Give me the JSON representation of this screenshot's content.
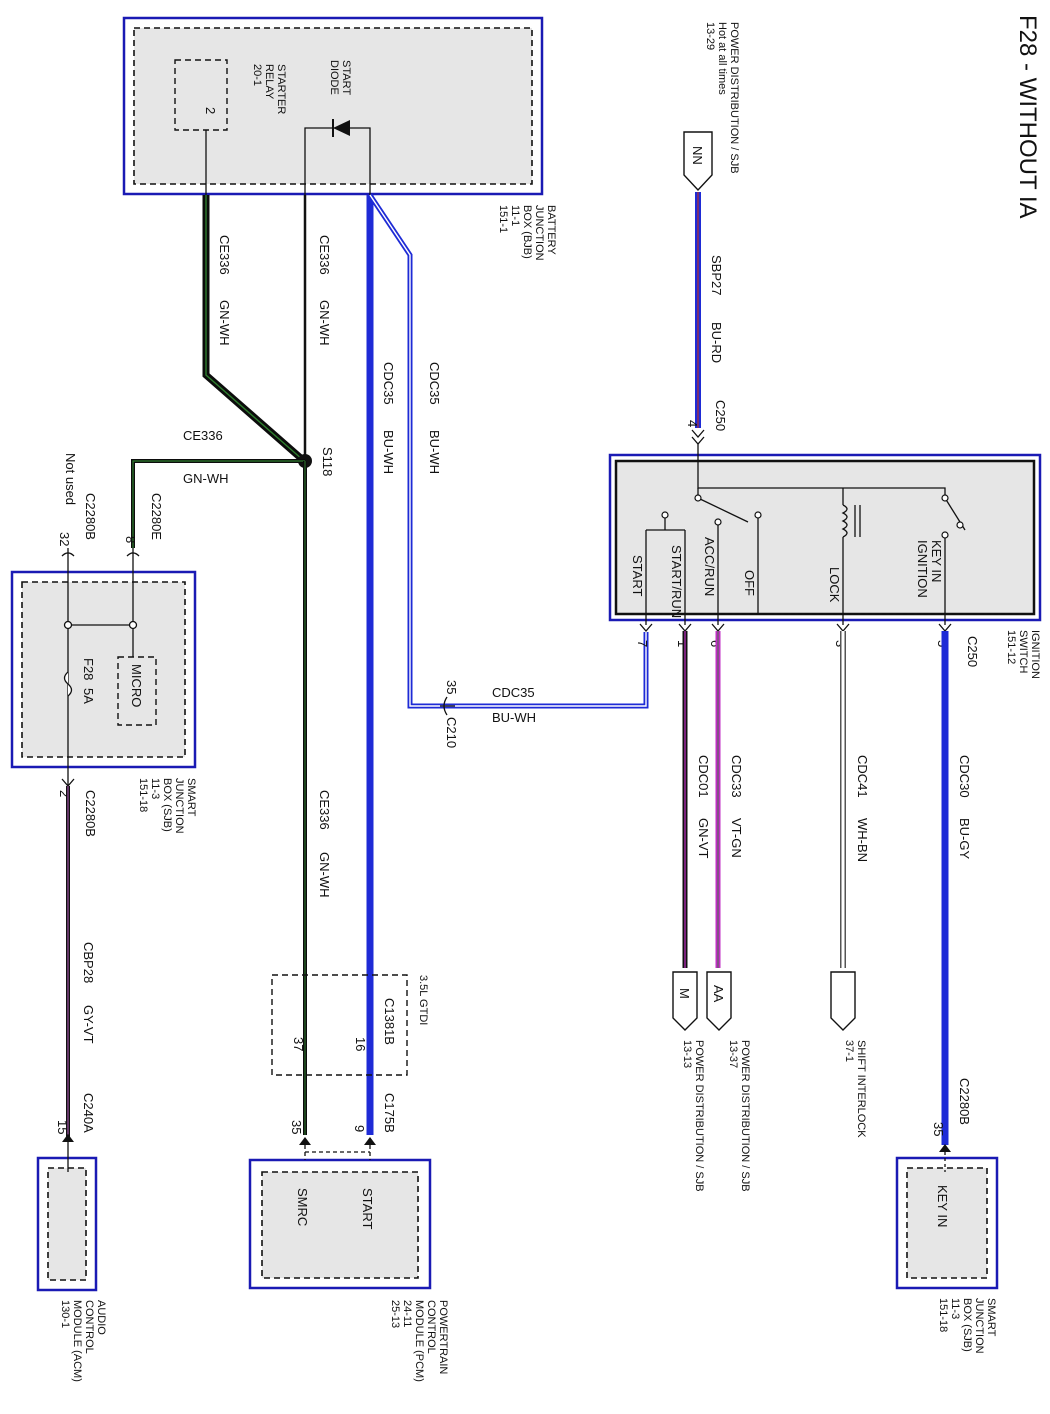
{
  "title": "F28 - WITHOUT IA",
  "components": {
    "bjb": {
      "lines": [
        "BATTERY",
        "JUNCTION",
        "BOX (BJB)",
        "11-1",
        "151-1"
      ]
    },
    "starter_relay": {
      "lines": [
        "STARTER",
        "RELAY",
        "20-1"
      ],
      "pin": "2"
    },
    "start_diode": {
      "lines": [
        "START",
        "DIODE"
      ]
    },
    "pd_top": {
      "lines": [
        "POWER DISTRIBUTION / SJB",
        "Hot at all times",
        "13-29"
      ],
      "tag": "NN"
    },
    "ignition_switch": {
      "lines": [
        "IGNITION",
        "SWITCH",
        "151-12"
      ],
      "positions": [
        "KEY IN",
        "IGNITION",
        "LOCK",
        "OFF",
        "ACC/RUN",
        "START/RUN",
        "START"
      ]
    },
    "sjb_left": {
      "lines": [
        "SMART",
        "JUNCTION",
        "BOX (SJB)",
        "11-3",
        "151-18"
      ],
      "micro": "MICRO",
      "fuse": "F28",
      "fuse_rating": "5A"
    },
    "sjb_right": {
      "lines": [
        "SMART",
        "JUNCTION",
        "BOX (SJB)",
        "11-3",
        "151-18"
      ],
      "label": "KEY IN"
    },
    "pcm": {
      "lines": [
        "POWERTRAIN",
        "CONTROL",
        "MODULE (PCM)",
        "24-11",
        "25-13"
      ],
      "start": "START",
      "smrc": "SMRC"
    },
    "acm": {
      "lines": [
        "AUDIO",
        "CONTROL",
        "MODULE (ACM)",
        "130-1"
      ]
    },
    "gtdi": {
      "label": "3.5L GTDI",
      "connector": "C1381B",
      "pin_a": "16",
      "pin_b": "37"
    },
    "aa": {
      "tag": "AA",
      "lines": [
        "POWER DISTRIBUTION / SJB",
        "13-37"
      ]
    },
    "m": {
      "tag": "M",
      "lines": [
        "POWER DISTRIBUTION / SJB",
        "13-13"
      ]
    },
    "shift": {
      "lines": [
        "SHIFT INTERLOCK",
        "37-1"
      ]
    }
  },
  "wires": {
    "w1": {
      "circuit": "CE336",
      "color": "GN-WH"
    },
    "w2": {
      "circuit": "CE336",
      "color": "GN-WH"
    },
    "w3": {
      "circuit": "CDC35",
      "color": "BU-WH"
    },
    "w4": {
      "circuit": "CDC35",
      "color": "BU-WH"
    },
    "w5": {
      "circuit": "CE336",
      "color": "GN-WH"
    },
    "w6": {
      "circuit": "CE336",
      "color": "GN-WH"
    },
    "w7": {
      "circuit": "CDC35",
      "color": "BU-WH"
    },
    "w8": {
      "circuit": "SBP27",
      "color": "BU-RD"
    },
    "w9": {
      "circuit": "CDC30",
      "color": "BU-GY"
    },
    "w10": {
      "circuit": "CDC41",
      "color": "WH-BN"
    },
    "w11": {
      "circuit": "CDC33",
      "color": "VT-GN"
    },
    "w12": {
      "circuit": "CDC01",
      "color": "GN-VT"
    },
    "w13": {
      "circuit": "CBP28",
      "color": "GY-VT"
    }
  },
  "connectors": {
    "c250_top": {
      "name": "C250",
      "pin": "4"
    },
    "c250_bottom": {
      "name": "C250",
      "pins": [
        "5",
        "3",
        "6",
        "1",
        "7"
      ]
    },
    "c210": {
      "name": "C210",
      "pin": "35"
    },
    "c2280e": {
      "name": "C2280E",
      "pin": "8"
    },
    "c2280b_top": {
      "name": "C2280B",
      "pin": "32",
      "note": "Not used"
    },
    "c2280b_bottom": {
      "name": "C2280B",
      "pin": "2"
    },
    "c2280b_right": {
      "name": "C2280B",
      "pin": "35"
    },
    "c240a": {
      "name": "C240A",
      "pin": "15"
    },
    "c175b": {
      "name": "C175B",
      "pin_a": "9",
      "pin_b": "35"
    },
    "s118": {
      "name": "S118"
    }
  },
  "colors": {
    "box_border": "#1a1ab4",
    "blue_wire": "#1e2bd6",
    "violet": "#c02fc4",
    "green": "#2e7d2e"
  }
}
